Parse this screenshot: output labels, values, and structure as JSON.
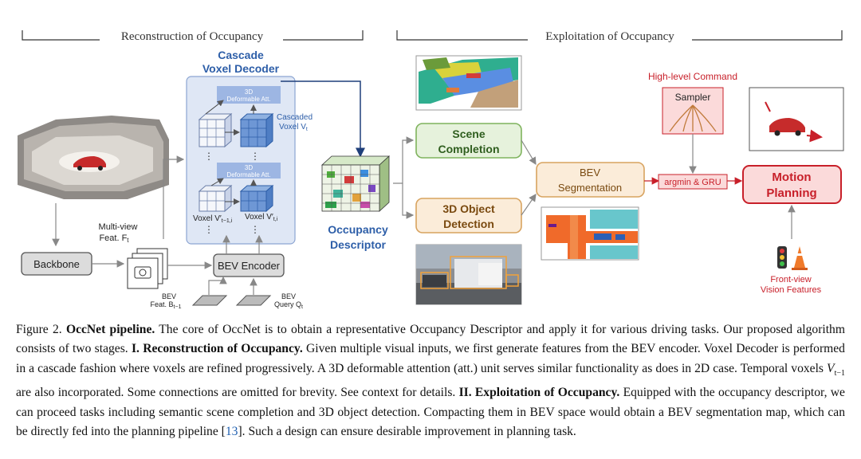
{
  "figure": {
    "section_left": "Reconstruction of Occupancy",
    "section_right": "Exploitation of Occupancy",
    "decoder_title_1": "Cascade",
    "decoder_title_2": "Voxel Decoder",
    "deformable_1": "3D",
    "deformable_2": "Deformable Att.",
    "cascaded_label_1": "Cascaded",
    "cascaded_label_2": "Voxel V",
    "cascaded_sub": "t",
    "voxel_label_left": "Voxel V′",
    "voxel_label_left_sub": "t−1,i",
    "voxel_label_right": "Voxel V′",
    "voxel_label_right_sub": "t,i",
    "multiview_1": "Multi-view",
    "multiview_2": "Feat. F",
    "multiview_sub": "t",
    "backbone": "Backbone",
    "bev_encoder": "BEV Encoder",
    "bev_feat_1": "BEV",
    "bev_feat_2": "Feat. B",
    "bev_feat_sub": "t−1",
    "bev_query_1": "BEV",
    "bev_query_2": "Query Q",
    "bev_query_sub": "t",
    "occ_desc_1": "Occupancy",
    "occ_desc_2": "Descriptor",
    "scene_completion_1": "Scene",
    "scene_completion_2": "Completion",
    "det_1": "3D Object",
    "det_2": "Detection",
    "bev_seg_1": "BEV",
    "bev_seg_2": "Segmentation",
    "high_level": "High-level Command",
    "sampler": "Sampler",
    "argmin": "argmin & GRU",
    "motion_1": "Motion",
    "motion_2": "Planning",
    "frontview_1": "Front-view",
    "frontview_2": "Vision Features",
    "colors": {
      "decoder_bg": "#dfe7f5",
      "blue_text": "#2d5ea8",
      "green_box": "#e6f2dc",
      "green_border": "#7fb35d",
      "orange_box": "#fbecd9",
      "orange_border": "#d8a35f",
      "red": "#c8202a",
      "red_box": "#fbdada"
    }
  },
  "caption": {
    "fig_label": "Figure 2.",
    "title": "OccNet pipeline.",
    "p1": " The core of OccNet is to obtain a representative Occupancy Descriptor and apply it for various driving tasks. Our proposed algorithm consists of two stages. ",
    "s1": "I. Reconstruction of Occupancy.",
    "p2": " Given multiple visual inputs, we first generate features from the BEV encoder. Voxel Decoder is performed in a cascade fashion where voxels are refined progressively. A 3D deformable attention (att.) unit serves similar functionality as does in 2D case. Temporal voxels ",
    "var": "V",
    "var_sub": "t−1",
    "p3": " are also incorporated. Some connections are omitted for brevity. See context for details. ",
    "s2": "II. Exploitation of Occupancy.",
    "p4": " Equipped with the occupancy descriptor, we can proceed tasks including semantic scene completion and 3D object detection. Compacting them in BEV space would obtain a BEV segmentation map, which can be directly fed into the planning pipeline [",
    "ref": "13",
    "p5": "]. Such a design can ensure desirable improvement in planning task."
  }
}
